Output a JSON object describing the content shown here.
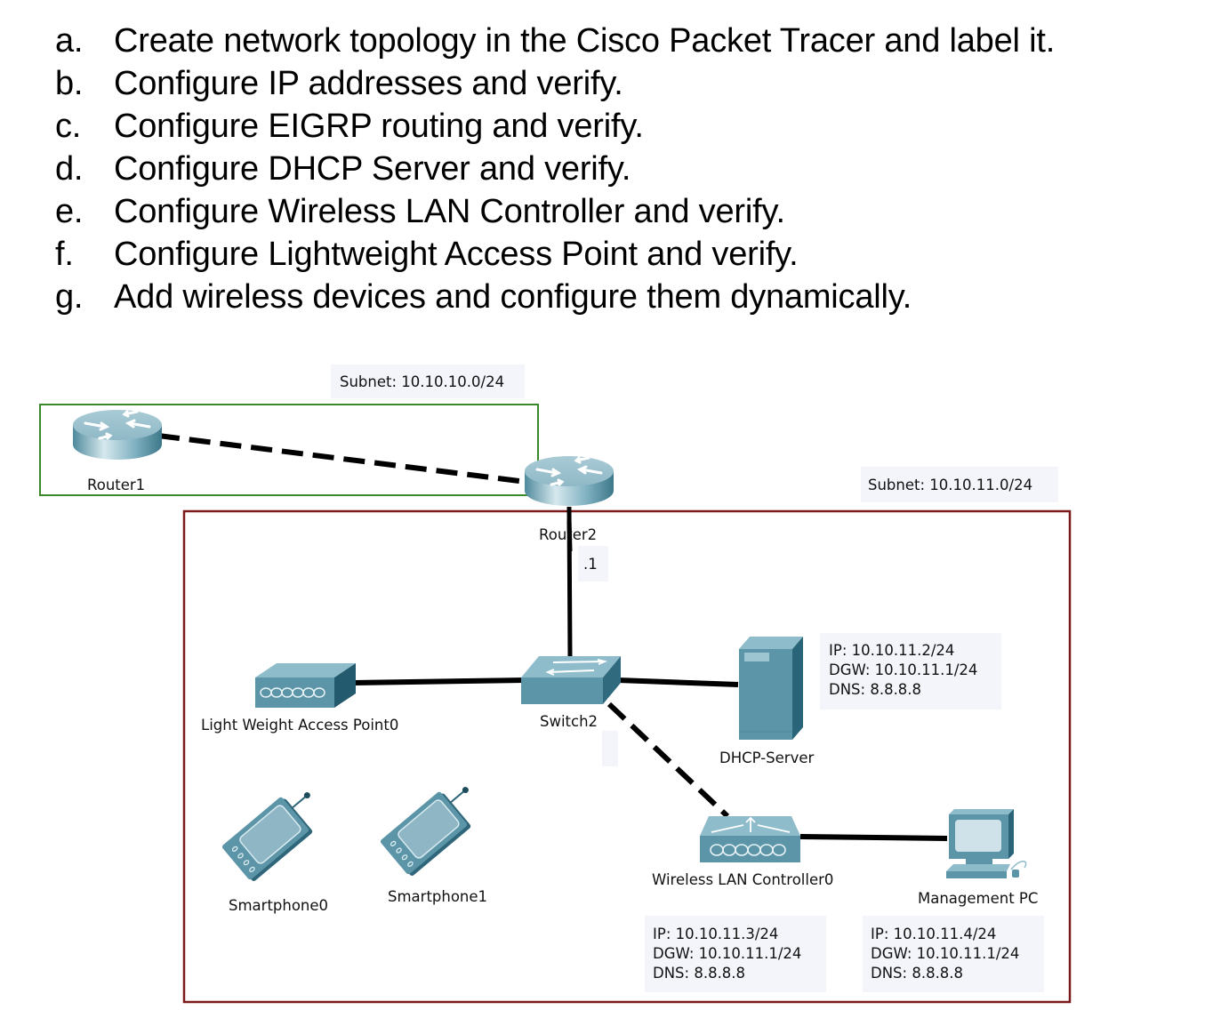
{
  "tasks": [
    {
      "letter": "a.",
      "text": "Create network topology in the Cisco Packet Tracer and label it."
    },
    {
      "letter": "b.",
      "text": "Configure IP addresses and verify."
    },
    {
      "letter": "c.",
      "text": "Configure EIGRP routing and verify."
    },
    {
      "letter": "d.",
      "text": "Configure DHCP Server and verify."
    },
    {
      "letter": "e.",
      "text": "Configure Wireless LAN Controller and verify."
    },
    {
      "letter": "f.",
      "text": "Configure Lightweight Access Point and verify."
    },
    {
      "letter": "g.",
      "text": "Add wireless devices and configure them dynamically."
    }
  ],
  "topology": {
    "colors": {
      "subnet1_border": "#3b8a2a",
      "subnet2_border": "#7a1a1a",
      "device": "#5c95a8",
      "device_dark": "#2f6679",
      "note_bg": "#f4f5fb"
    },
    "subnets": [
      {
        "label": "Subnet: 10.10.10.0/24"
      },
      {
        "label": "Subnet: 10.10.11.0/24"
      }
    ],
    "devices": {
      "router1": {
        "label": "Router1"
      },
      "router2": {
        "label": "Router2",
        "interface": ".1"
      },
      "switch2": {
        "label": "Switch2"
      },
      "lap": {
        "label": "Light Weight Access Point0"
      },
      "dhcp": {
        "label": "DHCP-Server"
      },
      "wlc": {
        "label": "Wireless LAN Controller0"
      },
      "pc": {
        "label": "Management PC"
      },
      "phone0": {
        "label": "Smartphone0"
      },
      "phone1": {
        "label": "Smartphone1"
      }
    },
    "notes": {
      "dhcp": {
        "ip": "IP: 10.10.11.2/24",
        "dgw": "DGW: 10.10.11.1/24",
        "dns": "DNS: 8.8.8.8"
      },
      "wlc": {
        "ip": "IP: 10.10.11.3/24",
        "dgw": "DGW: 10.10.11.1/24",
        "dns": "DNS: 8.8.8.8"
      },
      "pc": {
        "ip": "IP: 10.10.11.4/24",
        "dgw": "DGW: 10.10.11.1/24",
        "dns": "DNS: 8.8.8.8"
      }
    },
    "links": [
      {
        "from": "Router1",
        "to": "Router2",
        "style": "dashed"
      },
      {
        "from": "Router2",
        "to": "Switch2",
        "style": "solid"
      },
      {
        "from": "Switch2",
        "to": "Light Weight Access Point0",
        "style": "solid"
      },
      {
        "from": "Switch2",
        "to": "DHCP-Server",
        "style": "solid"
      },
      {
        "from": "Switch2",
        "to": "Wireless LAN Controller0",
        "style": "dashed"
      },
      {
        "from": "Wireless LAN Controller0",
        "to": "Management PC",
        "style": "solid"
      }
    ]
  }
}
